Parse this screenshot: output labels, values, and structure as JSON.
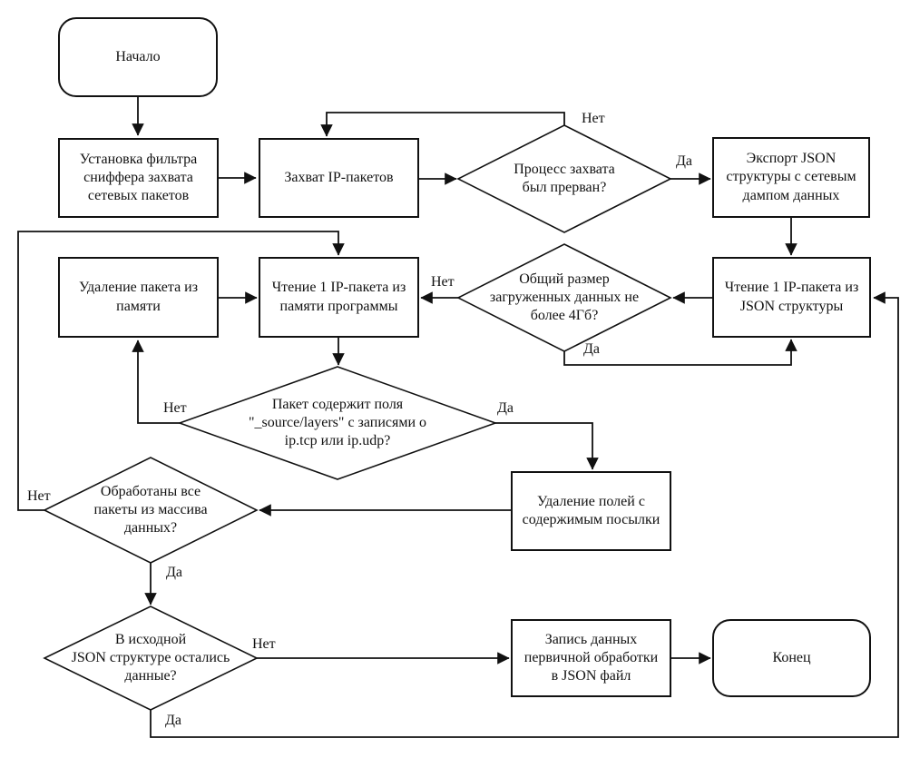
{
  "diagram": {
    "title_hint": "Packet capture processing flowchart (Russian)",
    "colors": {
      "line": "#111111",
      "background": "#ffffff",
      "text": "#111111"
    },
    "nodes": {
      "start": {
        "type": "terminator",
        "label": "Начало"
      },
      "setup_filter": {
        "type": "process",
        "label": "Установка фильтра\nсниффера захвата\nсетевых пакетов"
      },
      "capture": {
        "type": "process",
        "label": "Захват IP-пакетов"
      },
      "interrupted": {
        "type": "decision",
        "label": "Процесс захвата\nбыл прерван?"
      },
      "export_json": {
        "type": "process",
        "label": "Экспорт JSON\nструктуры с сетевым\nдампом данных"
      },
      "read_json": {
        "type": "process",
        "label": "Чтение 1 IP-пакета из\nJSON структуры"
      },
      "size_check": {
        "type": "decision",
        "label": "Общий размер\nзагруженных данных не\nболее 4Гб?"
      },
      "read_memory": {
        "type": "process",
        "label": "Чтение 1 IP-пакета из\nпамяти программы"
      },
      "delete_packet": {
        "type": "process",
        "label": "Удаление пакета из\nпамяти"
      },
      "contains_fields": {
        "type": "decision",
        "label": "Пакет содержит поля\n\"_source/layers\" с записями о\nip.tcp или ip.udp?"
      },
      "delete_fields": {
        "type": "process",
        "label": "Удаление полей с\nсодержимым посылки"
      },
      "all_processed": {
        "type": "decision",
        "label": "Обработаны все\nпакеты из массива\nданных?"
      },
      "data_left": {
        "type": "decision",
        "label": "В исходной\nJSON структуре остались\nданные?"
      },
      "write_json": {
        "type": "process",
        "label": "Запись данных\nпервичной обработки\nв JSON файл"
      },
      "end": {
        "type": "terminator",
        "label": "Конец"
      }
    },
    "edge_labels": {
      "yes": "Да",
      "no": "Нет"
    }
  }
}
